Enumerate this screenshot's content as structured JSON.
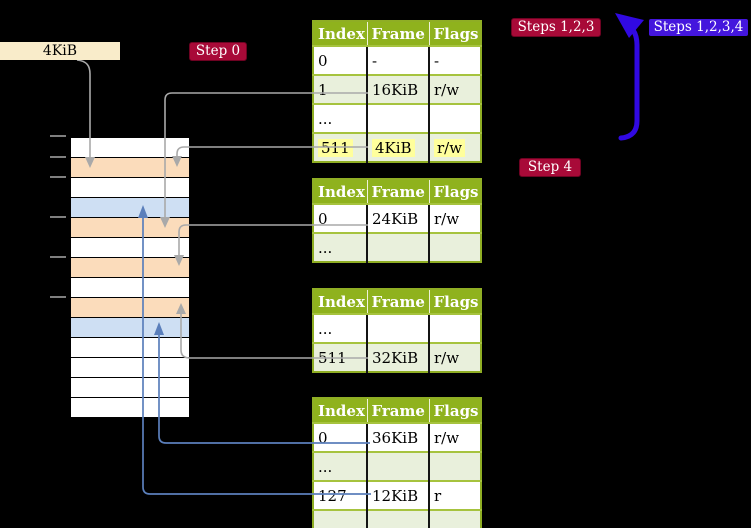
{
  "labels": {
    "frame_size": "4KiB",
    "step0": "Step 0",
    "steps_123": "Steps 1,2,3",
    "steps_1234": "Steps 1,2,3,4",
    "step4": "Step 4"
  },
  "physical_memory": {
    "rows": [
      {
        "kind": "free"
      },
      {
        "kind": "page_table"
      },
      {
        "kind": "free"
      },
      {
        "kind": "mapped"
      },
      {
        "kind": "page_table"
      },
      {
        "kind": "free"
      },
      {
        "kind": "page_table"
      },
      {
        "kind": "free"
      },
      {
        "kind": "page_table"
      },
      {
        "kind": "mapped"
      },
      {
        "kind": "free"
      },
      {
        "kind": "free"
      },
      {
        "kind": "free"
      },
      {
        "kind": "free"
      }
    ]
  },
  "page_tables": [
    {
      "headers": [
        "Index",
        "Frame",
        "Flags"
      ],
      "rows": [
        {
          "cells": [
            "0",
            "-",
            "-"
          ],
          "alt": false,
          "highlight": false
        },
        {
          "cells": [
            "1",
            "16KiB",
            "r/w"
          ],
          "alt": true,
          "highlight": false
        },
        {
          "cells": [
            "...",
            "",
            ""
          ],
          "alt": false,
          "highlight": false
        },
        {
          "cells": [
            "511",
            "4KiB",
            "r/w"
          ],
          "alt": true,
          "highlight": true
        }
      ]
    },
    {
      "headers": [
        "Index",
        "Frame",
        "Flags"
      ],
      "rows": [
        {
          "cells": [
            "0",
            "24KiB",
            "r/w"
          ],
          "alt": false,
          "highlight": false
        },
        {
          "cells": [
            "...",
            "",
            ""
          ],
          "alt": true,
          "highlight": false
        }
      ]
    },
    {
      "headers": [
        "Index",
        "Frame",
        "Flags"
      ],
      "rows": [
        {
          "cells": [
            "...",
            "",
            ""
          ],
          "alt": false,
          "highlight": false
        },
        {
          "cells": [
            "511",
            "32KiB",
            "r/w"
          ],
          "alt": true,
          "highlight": false
        }
      ]
    },
    {
      "headers": [
        "Index",
        "Frame",
        "Flags"
      ],
      "rows": [
        {
          "cells": [
            "0",
            "36KiB",
            "r/w"
          ],
          "alt": false,
          "highlight": false
        },
        {
          "cells": [
            "...",
            "",
            ""
          ],
          "alt": true,
          "highlight": false
        },
        {
          "cells": [
            "127",
            "12KiB",
            "r"
          ],
          "alt": false,
          "highlight": false
        },
        {
          "cells": [
            "...",
            "",
            ""
          ],
          "alt": true,
          "highlight": false
        }
      ]
    }
  ],
  "colors": {
    "background": "#000000",
    "badge_red": "#a80a38",
    "badge_blue_violet": "#4416dd",
    "thick_arrow_blue": "#3109e2",
    "connector_gray": "#a9a9a9",
    "connector_blue": "#5b7fbb",
    "frame_free": "#ffffff",
    "frame_page_table": "#fbdcbb",
    "frame_mapped": "#cedff3",
    "size_label_bg": "#f9ecca",
    "table_header_green": "#8fb21d",
    "table_row_green": "#e9f0dc",
    "table_grid_green": "#a6c33e",
    "highlight_yellow": "#ffff9c"
  }
}
